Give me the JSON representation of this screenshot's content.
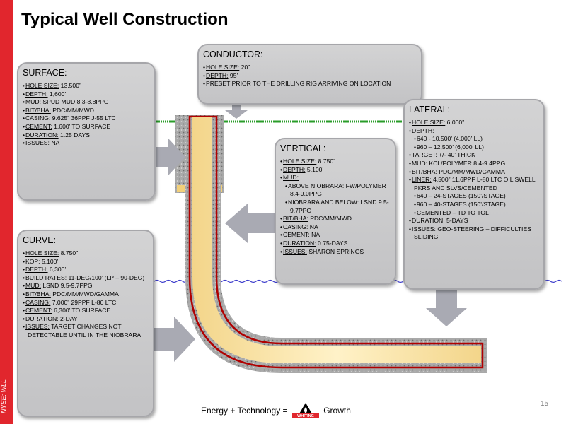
{
  "title": "Typical Well Construction",
  "sidebar_text": "NYSE: WLL",
  "colors": {
    "accent": "#e1262d",
    "pipe": "#fde9a9",
    "cement": "#9e9e9e",
    "liner_red": "#b00000",
    "surface_line": "#2a9d2a",
    "formation_line": "#3c3ccc"
  },
  "conductor": {
    "title": "CONDUCTOR:",
    "items": [
      {
        "label": "HOLE SIZE:",
        "value": " 20”"
      },
      {
        "label": "DEPTH:",
        "value": " 95’"
      },
      {
        "label": "",
        "value": "PRESET PRIOR TO THE DRILLING RIG ARRIVING ON LOCATION"
      }
    ]
  },
  "surface": {
    "title": "SURFACE:",
    "items": [
      {
        "label": "HOLE SIZE:",
        "value": " 13.500”"
      },
      {
        "label": "DEPTH:",
        "value": " 1,600’"
      },
      {
        "label": "MUD:",
        "value": " SPUD MUD 8.3-8.8PPG"
      },
      {
        "label": "BIT/BHA:",
        "value": " PDC/MM/MWD"
      },
      {
        "label": "",
        "value": "CASING: 9.625” 36PPF J-55 LTC"
      },
      {
        "label": "CEMENT:",
        "value": " 1,600’ TO SURFACE"
      },
      {
        "label": "DURATION:",
        "value": " 1.25 DAYS"
      },
      {
        "label": "ISSUES:",
        "value": " NA"
      }
    ]
  },
  "vertical": {
    "title": "VERTICAL:",
    "items": [
      {
        "label": "HOLE SIZE:",
        "value": " 8.750”"
      },
      {
        "label": "DEPTH:",
        "value": " 5,100’"
      },
      {
        "label": "MUD:",
        "value": ""
      },
      {
        "sub": true,
        "label": "",
        "value": "ABOVE NIOBRARA: FW/POLYMER 8.4-9.0PPG"
      },
      {
        "sub": true,
        "label": "",
        "value": "NIOBRARA AND BELOW: LSND 9.5-9.7PPG"
      },
      {
        "label": "BIT/BHA:",
        "value": " PDC/MM/MWD"
      },
      {
        "label": "CASING:",
        "value": " NA"
      },
      {
        "label": "",
        "value": "CEMENT: NA"
      },
      {
        "label": "DURATION:",
        "value": " 0.75-DAYS"
      },
      {
        "label": "ISSUES:",
        "value": " SHARON SPRINGS"
      }
    ]
  },
  "lateral": {
    "title": "LATERAL:",
    "items": [
      {
        "label": "HOLE SIZE:",
        "value": " 6.000”"
      },
      {
        "label": "DEPTH:",
        "value": ""
      },
      {
        "sub": true,
        "label": "",
        "value": "640 - 10,500’ (4,000’ LL)"
      },
      {
        "sub": true,
        "label": "",
        "value": "960 – 12,500’ (6,000’ LL)"
      },
      {
        "label": "",
        "value": "TARGET: +/- 40’ THICK"
      },
      {
        "label": "",
        "value": "MUD: KCL/POLYMER 8.4-9.4PPG"
      },
      {
        "label": "BIT/BHA:",
        "value": " PDC/MM/MWD/GAMMA"
      },
      {
        "label": "LINER:",
        "value": " 4.500” 11.6PPF L-80 LTC OIL SWELL PKRS AND SLVS/CEMENTED"
      },
      {
        "sub": true,
        "label": "",
        "value": "640 – 24-STAGES (150’/STAGE)"
      },
      {
        "sub": true,
        "label": "",
        "value": "960 – 40-STAGES (150’/STAGE)"
      },
      {
        "sub": true,
        "label": "",
        "value": "CEMENTED – TD TO TOL"
      },
      {
        "label": "",
        "value": "DURATION: 5-DAYS"
      },
      {
        "label": "ISSUES:",
        "value": " GEO-STEERING – DIFFICULTIES SLIDING"
      }
    ]
  },
  "curve": {
    "title": "CURVE:",
    "items": [
      {
        "label": "HOLE SIZE:",
        "value": " 8.750”"
      },
      {
        "label": "",
        "value": "KOP: 5,100’"
      },
      {
        "label": "DEPTH:",
        "value": " 6,300’"
      },
      {
        "label": "BUILD RATES:",
        "value": " 11-DEG/100’ (LP – 90-DEG)"
      },
      {
        "label": "MUD:",
        "value": " LSND 9.5-9.7PPG"
      },
      {
        "label": "BIT/BHA:",
        "value": " PDC/MM/MWD/GAMMA"
      },
      {
        "label": "CASING:",
        "value": " 7.000” 29PPF L-80 LTC"
      },
      {
        "label": "CEMENT:",
        "value": " 6,300’ TO SURFACE"
      },
      {
        "label": "DURATION:",
        "value": " 2-DAY"
      },
      {
        "label": "ISSUES:",
        "value": " TARGET CHANGES NOT DETECTABLE UNTIL IN THE NIOBRARA"
      }
    ]
  },
  "footer": {
    "left": "Energy + Technology = ",
    "logo_text": "WHITING",
    "right": " Growth"
  },
  "page_number": "15"
}
